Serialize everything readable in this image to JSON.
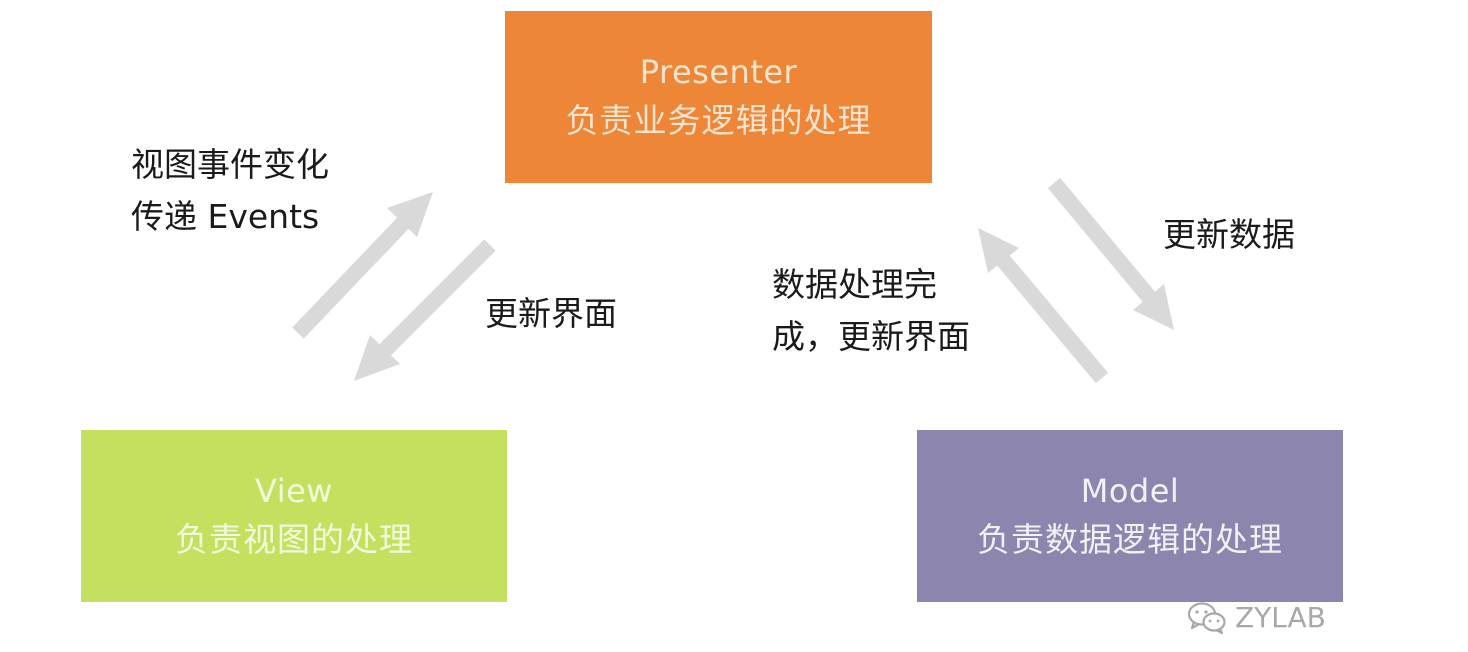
{
  "presenter": {
    "name": "Presenter",
    "description": "负责业务逻辑的处理"
  },
  "view": {
    "name": "View",
    "description": "负责视图的处理"
  },
  "model": {
    "name": "Model",
    "description": "负责数据逻辑的处理"
  },
  "labels": {
    "view_to_presenter_line1": "视图事件变化",
    "view_to_presenter_line2": "传递 Events",
    "presenter_to_view": "更新界面",
    "model_to_presenter_line1": "数据处理完",
    "model_to_presenter_line2": "成，更新界面",
    "presenter_to_model": "更新数据"
  },
  "watermark": {
    "text": "ZYLAB"
  },
  "colors": {
    "presenter": "#ED8636",
    "view": "#C5E05F",
    "model": "#8C86AE",
    "arrow": "#D9D9D9"
  }
}
